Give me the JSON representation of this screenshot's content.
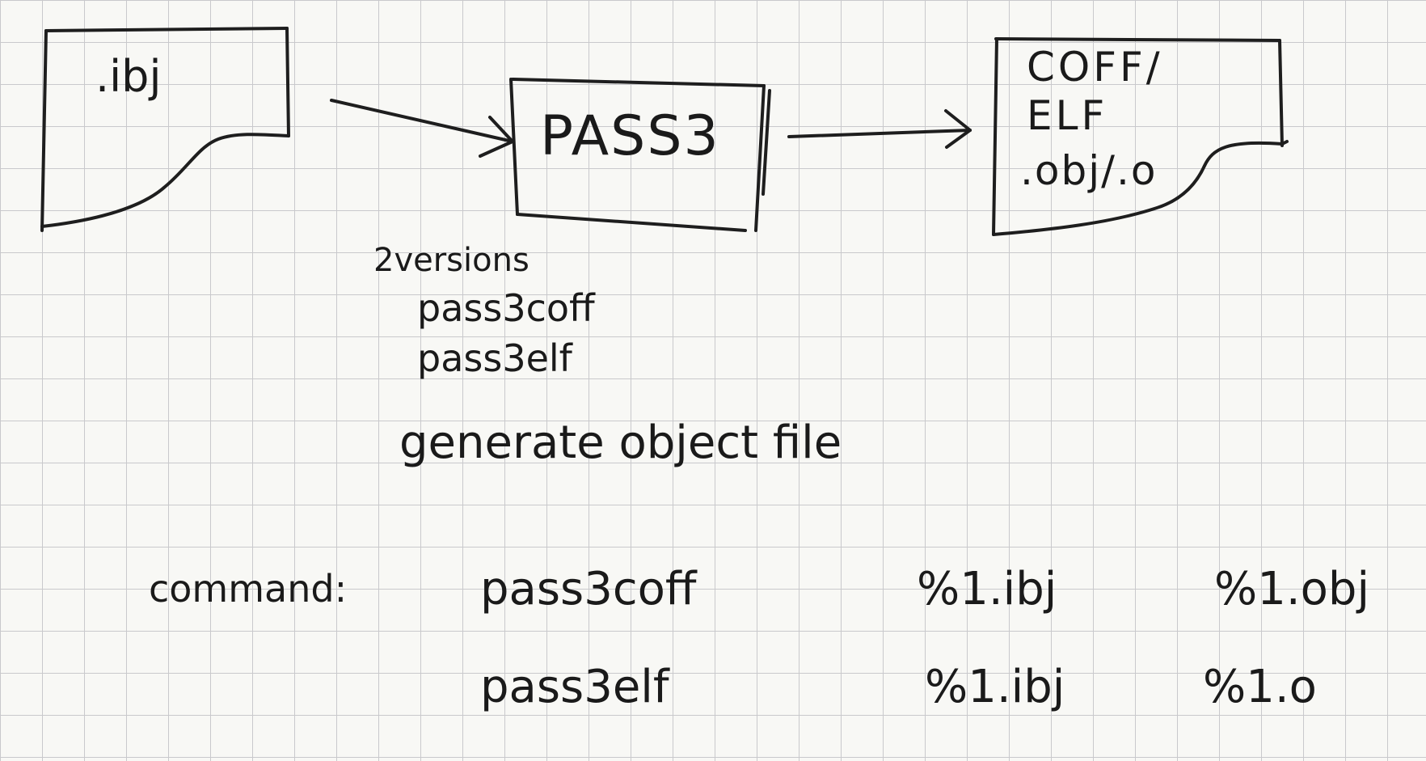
{
  "diagram": {
    "input_file": {
      "label": ".ibj"
    },
    "process": {
      "label": "PASS3"
    },
    "output_file": {
      "line1": "COFF/",
      "line2": "ELF",
      "line3": ".obj/.o"
    },
    "notes": {
      "versions_title": "2versions",
      "version1": "pass3coff",
      "version2": "pass3elf",
      "description": "generate object file"
    },
    "commands": {
      "label": "command:",
      "rows": [
        {
          "program": "pass3coff",
          "input": "%1.ibj",
          "output": "%1.obj"
        },
        {
          "program": "pass3elf",
          "input": "%1.ibj",
          "output": "%1.o"
        }
      ]
    },
    "colors": {
      "ink": "#1e1e1e",
      "grid": "#c9c9cc",
      "paper": "#f8f8f5"
    }
  }
}
